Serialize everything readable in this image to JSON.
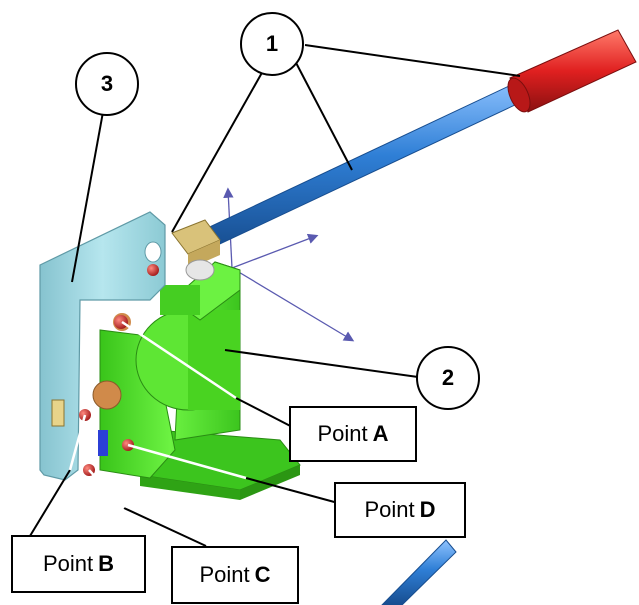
{
  "callouts": [
    {
      "number": "1"
    },
    {
      "number": "2"
    },
    {
      "number": "3"
    }
  ],
  "points": {
    "a": {
      "prefix": "Point",
      "letter": "A"
    },
    "b": {
      "prefix": "Point",
      "letter": "B"
    },
    "c": {
      "prefix": "Point",
      "letter": "C"
    },
    "d": {
      "prefix": "Point",
      "letter": "D"
    }
  },
  "colors": {
    "handle_rod": "#2f7fd6",
    "grip": "#e02020",
    "body": "#55e62c",
    "link_plate": "#9fd7e0",
    "pin": "#c0282a",
    "bushing": "#d08a4a",
    "block": "#d9c27a",
    "axis": "#5a5ab0"
  }
}
